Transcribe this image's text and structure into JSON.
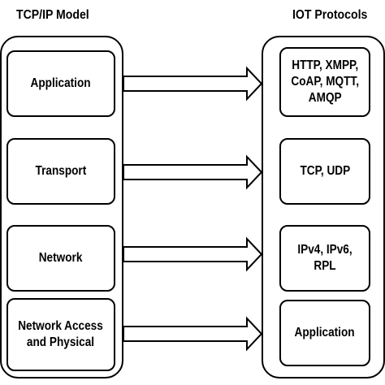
{
  "left_title": "TCP/IP Model",
  "right_title": "IOT Protocols",
  "tcpip_layers": [
    {
      "label": "Application"
    },
    {
      "label": "Transport"
    },
    {
      "label": "Network"
    },
    {
      "label": "Network Access\nand Physical"
    }
  ],
  "iot_protocols": [
    {
      "label": "HTTP, XMPP,\nCoAP, MQTT,\nAMQP"
    },
    {
      "label": "TCP, UDP"
    },
    {
      "label": "IPv4, IPv6, RPL"
    },
    {
      "label": "Application"
    }
  ],
  "colors": {
    "line": "#000000",
    "background": "#ffffff"
  }
}
